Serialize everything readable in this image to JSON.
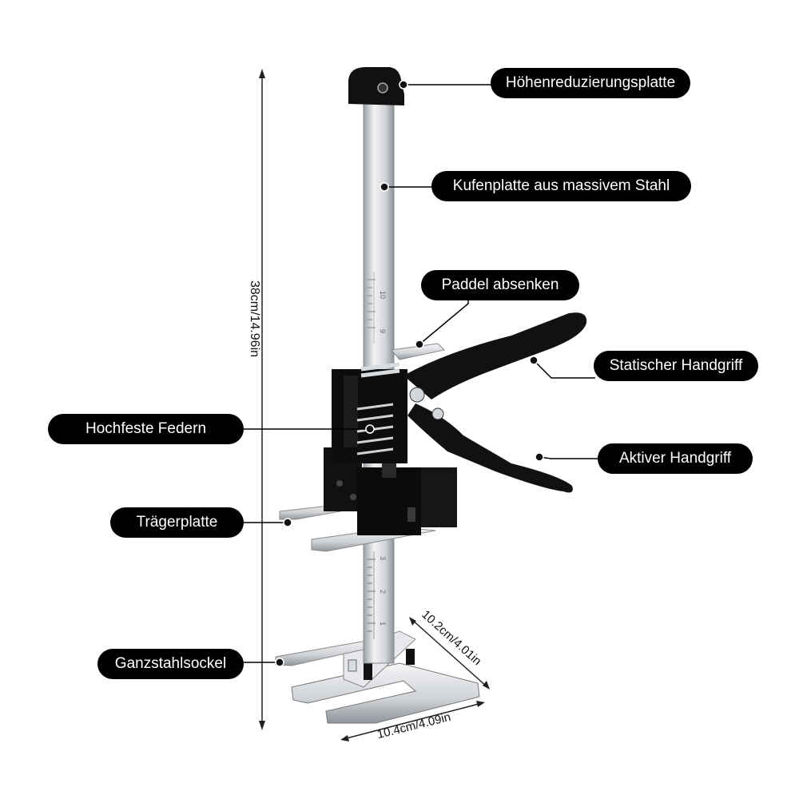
{
  "labels": {
    "height_plate": "Höhenreduzierungsplatte",
    "steel_runner": "Kufenplatte aus massivem Stahl",
    "paddle": "Paddel absenken",
    "static_grip": "Statischer Handgriff",
    "springs": "Hochfeste Federn",
    "active_grip": "Aktiver Handgriff",
    "carrier_plate": "Trägerplatte",
    "base": "Ganzstahlsockel"
  },
  "dimensions": {
    "height": "38cm/14.96in",
    "depth": "10.2cm/4.01in",
    "width": "10.4cm/4.09in"
  },
  "ruler_marks": [
    "10",
    "9",
    "3",
    "2",
    "1"
  ],
  "colors": {
    "label_bg": "#000000",
    "label_text": "#ffffff",
    "steel": "#c9cdd2",
    "handle": "#111111"
  }
}
